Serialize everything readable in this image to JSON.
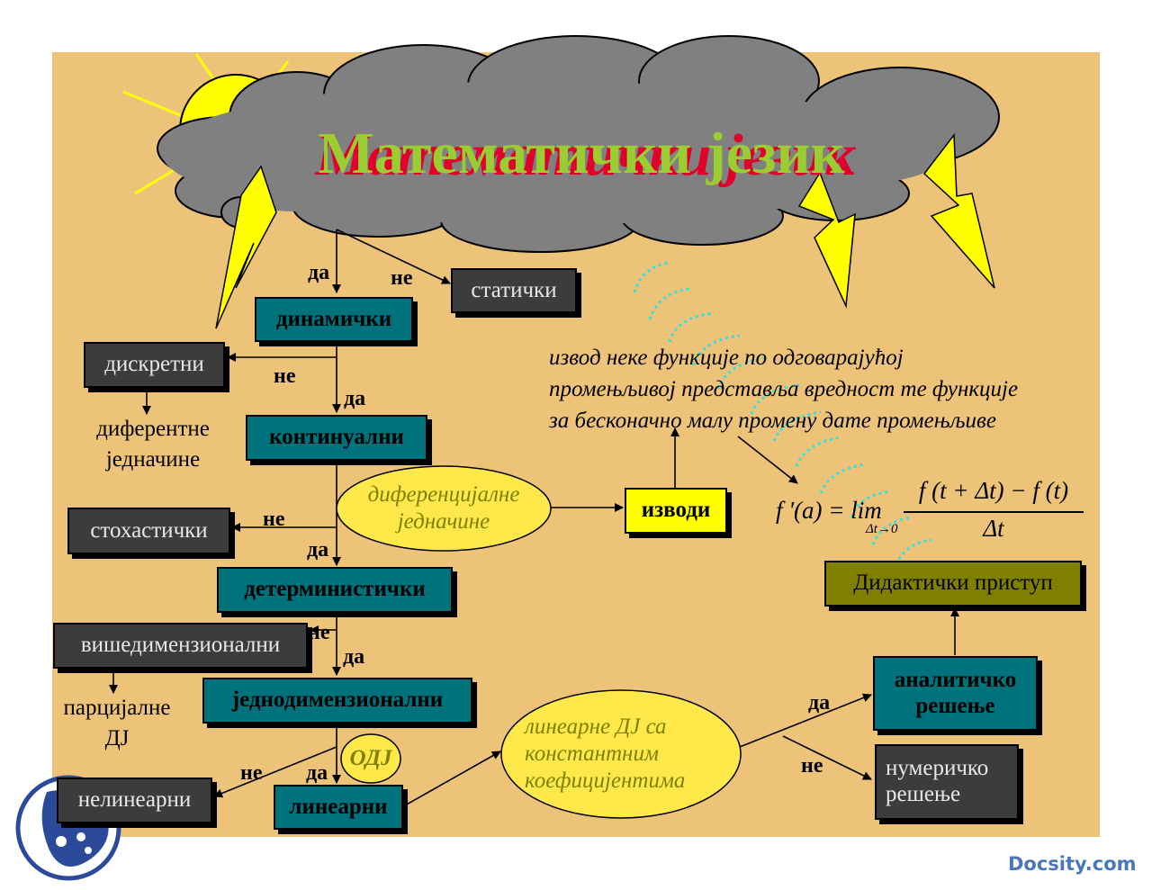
{
  "title": "Математички језик",
  "title_shadow": "Математички језик",
  "nodes": {
    "staticki": "статички",
    "dinamicki": "динамички",
    "diskretni": "дискретни",
    "diferentne": "диферентне\nједначине",
    "kontinualni": "континуални",
    "diferencijalne": "диференцијалне\nједначине",
    "izvodi": "изводи",
    "stohasticki": "стохастички",
    "deterministicki": "детерминистички",
    "visedimenzionalni": "вишедимензионални",
    "parcijalne": "парцијалне\nДЈ",
    "jednodimenzionalni": "једнодимензионални",
    "odj": "ОДЈ",
    "nelinearni": "нелинеарни",
    "linearni": "линеарни",
    "linearne_dj": "линеарне ДЈ са\nконстантним\nкоефицијентима",
    "analiticko": "аналитичко\nрешење",
    "numericko": "нумеричко\nрешење",
    "didakticki": "Дидактички приступ"
  },
  "edge_labels": {
    "da": "да",
    "ne": "не"
  },
  "definition": "извод неке функције по одговарајућој\nпромењљивој представља вредност те функције\nза бесконачно малу промену дате промењљиве",
  "formula": {
    "lhs": "f '(a) = lim",
    "sub": "Δt→0",
    "numerator": "f (t + Δt) − f (t)",
    "denominator": "Δt"
  },
  "watermark": "Docsity.com",
  "colors": {
    "background": "#EDC37A",
    "cloud": "#808080",
    "sun": "#FFFF00",
    "lightning": "#FFFF00",
    "teal": "#00727C",
    "dark": "#3c3c3c",
    "olive": "#808000",
    "ellipse": "#FFE84A",
    "title_green": "#9ACD32",
    "title_red": "#E0002A",
    "signal": "#33E0E0",
    "brand": "#4A77B8"
  }
}
